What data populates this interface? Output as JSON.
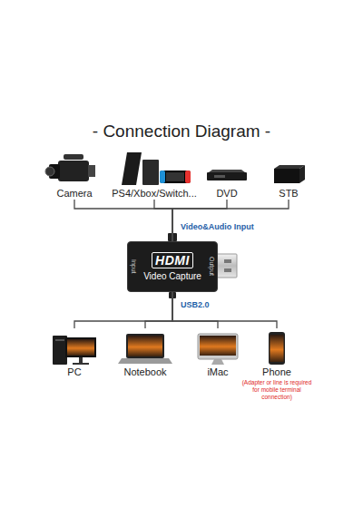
{
  "diagram": {
    "title": "- Connection Diagram -",
    "nodes": [
      {
        "text": [
          "Camera"
        ]
      },
      {
        "text": [
          "PS4/Xbox/Switch..."
        ]
      },
      {
        "text": [
          "DVD"
        ]
      },
      {
        "text": [
          "STB"
        ]
      },
      {
        "text": [
          "HDMI",
          "Video Capture",
          "Input",
          "Output"
        ]
      },
      {
        "text": [
          "PC"
        ]
      },
      {
        "text": [
          "Notebook"
        ]
      },
      {
        "text": [
          "iMac"
        ]
      },
      {
        "text": [
          "Phone",
          "(Adapter or line is required for mobile terminal connection)"
        ]
      }
    ],
    "edges": [
      {
        "from": 0,
        "to": 4,
        "arrow": "none"
      },
      {
        "from": 1,
        "to": 4,
        "arrow": "none"
      },
      {
        "from": 2,
        "to": 4,
        "arrow": "none"
      },
      {
        "from": 3,
        "to": 4,
        "arrow": "none"
      },
      {
        "from": 4,
        "to": 5,
        "arrow": "none"
      },
      {
        "from": 4,
        "to": 6,
        "arrow": "none"
      },
      {
        "from": 4,
        "to": 7,
        "arrow": "none"
      },
      {
        "from": 4,
        "to": 8,
        "arrow": "none"
      }
    ],
    "labels": [
      "Video&Audio Input",
      "USB2.0"
    ]
  }
}
